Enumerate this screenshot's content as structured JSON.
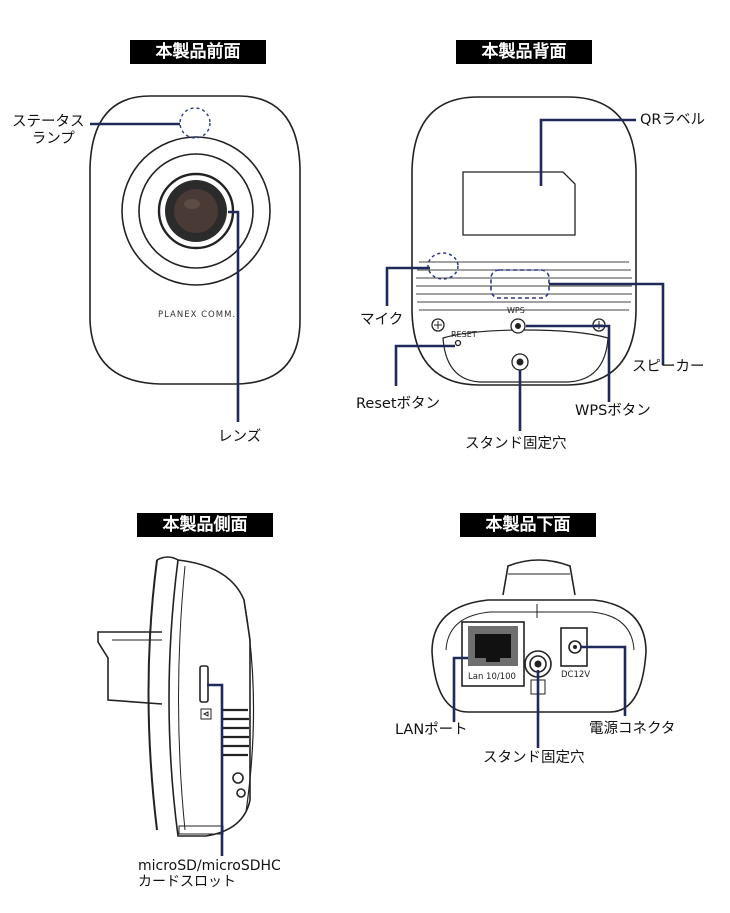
{
  "sections": {
    "front": "本製品前面",
    "back": "本製品背面",
    "side": "本製品側面",
    "bottom": "本製品下面"
  },
  "front": {
    "brand_text": "PLANEX COMM.",
    "labels": {
      "status_lamp_line1": "ステータス",
      "status_lamp_line2": "ランプ",
      "lens": "レンズ"
    }
  },
  "back": {
    "printed": {
      "reset": "RESET",
      "wps": "WPS"
    },
    "labels": {
      "qr_label": "QRラベル",
      "mic": "マイク",
      "speaker": "スピーカー",
      "reset_button": "Resetボタン",
      "wps_button": "WPSボタン",
      "stand_hole": "スタンド固定穴"
    }
  },
  "side": {
    "labels": {
      "sd_slot_line1": "microSD/microSDHC",
      "sd_slot_line2": "カードスロット"
    }
  },
  "bottom": {
    "printed": {
      "lan": "Lan 10/100",
      "dc": "DC12V"
    },
    "labels": {
      "lan_port": "LANポート",
      "stand_hole": "スタンド固定穴",
      "power_connector": "電源コネクタ"
    }
  },
  "colors": {
    "callout": "#1f2a5a",
    "outline": "#222222",
    "badge": "#000000"
  }
}
